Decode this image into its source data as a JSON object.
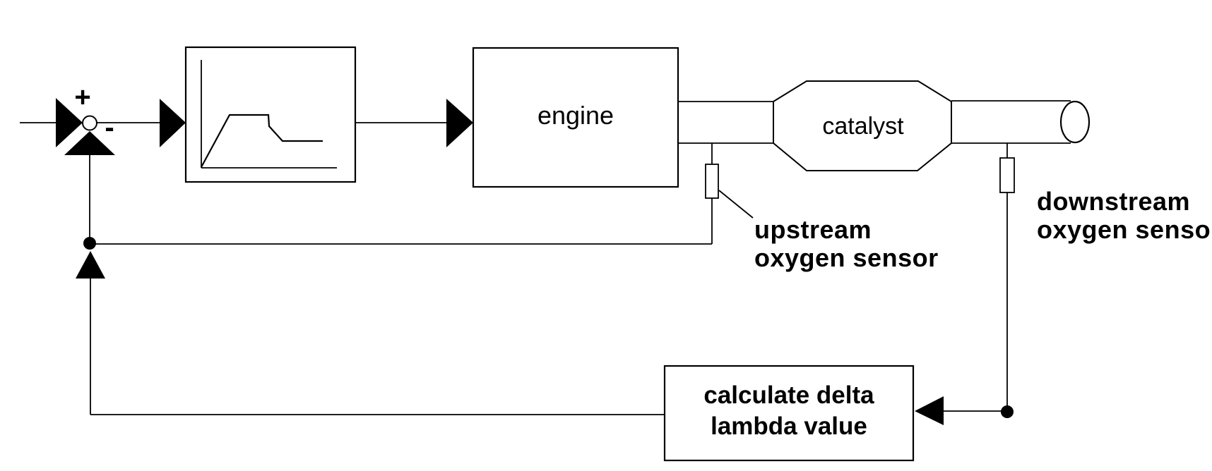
{
  "diagram": {
    "colors": {
      "background": "#ffffff",
      "line": "#000000"
    },
    "summing_junction": {
      "plus_label": "+",
      "minus_label": "-"
    },
    "blocks": {
      "engine_label": "engine",
      "catalyst_label": "catalyst",
      "calc_label_line1": "calculate delta",
      "calc_label_line2": "lambda value"
    },
    "sensor_labels": {
      "upstream_line1": "upstream",
      "upstream_line2": "oxygen sensor",
      "downstream_line1": "downstream",
      "downstream_line2": "oxygen sensor"
    }
  }
}
